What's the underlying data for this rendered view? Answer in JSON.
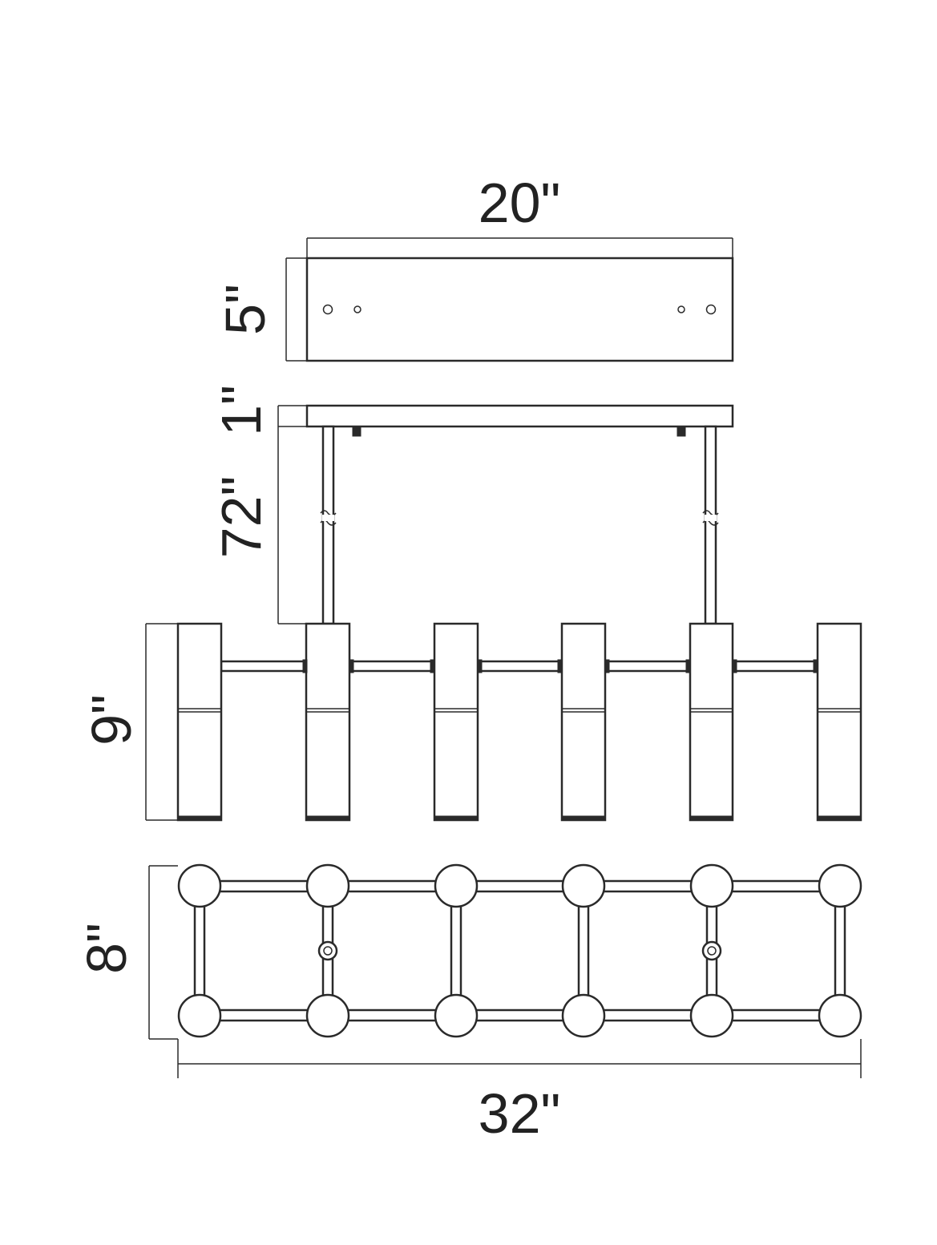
{
  "dimensions": {
    "canopy_width": "20\"",
    "canopy_height": "5\"",
    "canopy_depth": "1\"",
    "rod_length": "72\"",
    "fixture_height": "9\"",
    "fixture_depth": "8\"",
    "fixture_length": "32\""
  },
  "fixture": {
    "light_columns": 6
  }
}
